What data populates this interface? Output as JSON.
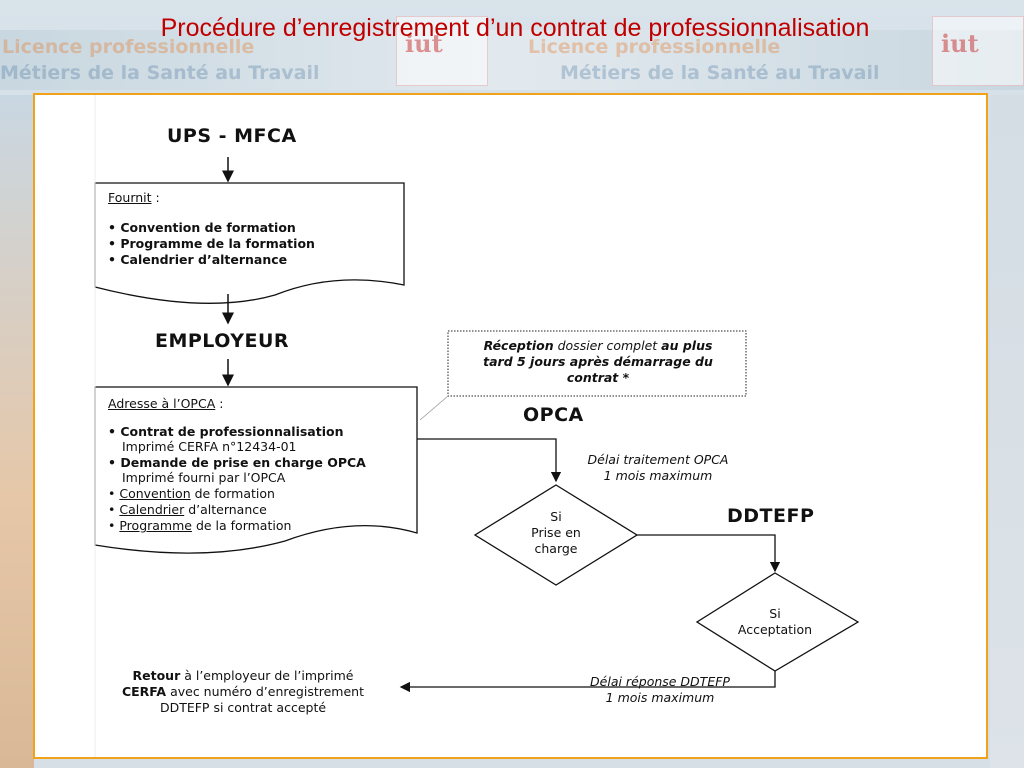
{
  "slide": {
    "title": "Procédure d’enregistrement d’un contrat de professionnalisation"
  },
  "background": {
    "banner_line1": "Licence professionnelle",
    "banner_line2": "Métiers de la Santé au Travail",
    "logo_text": "iut"
  },
  "diagram": {
    "ups_title": "UPS - MFCA",
    "box1": {
      "heading": "Fournit",
      "heading_suffix": " :",
      "items": [
        "• Convention de formation",
        "• Programme de la formation",
        "• Calendrier d’alternance"
      ]
    },
    "employeur_title": "EMPLOYEUR",
    "box2": {
      "heading": "Adresse à l’OPCA",
      "heading_suffix": " :",
      "item1": "• Contrat de professionnalisation",
      "item1_sub": "Imprimé CERFA n°12434-01",
      "item2": "• Demande de prise en charge OPCA",
      "item2_sub": "Imprimé fourni par l’OPCA",
      "item3_link": "Convention",
      "item3_rest": " de formation",
      "item4_link": "Calendrier",
      "item4_rest": " d’alternance",
      "item5_link": "Programme",
      "item5_rest": " de la formation",
      "bullet": "• "
    },
    "reception": {
      "part1": "Réception",
      "part2": " dossier complet ",
      "part3": "au plus",
      "line2": "tard 5 jours après démarrage du",
      "line3": "contrat *"
    },
    "opca_title": "OPCA",
    "delai_opca_line1": "Délai traitement OPCA",
    "delai_opca_line2": "1 mois maximum",
    "diamond1": {
      "line1": "Si",
      "line2": "Prise en",
      "line3": "charge"
    },
    "ddtefp_title": "DDTEFP",
    "diamond2": {
      "line1": "Si",
      "line2": "Acceptation"
    },
    "delai_ddtefp_line1": "Délai réponse DDTEFP",
    "delai_ddtefp_line2": "1 mois maximum",
    "retour": {
      "part1": "Retour",
      "part2": " à l’employeur de l’imprimé",
      "part3": "CERFA",
      "part4": " avec numéro d’enregistrement",
      "line3": "DDTEFP si contrat accepté"
    }
  }
}
